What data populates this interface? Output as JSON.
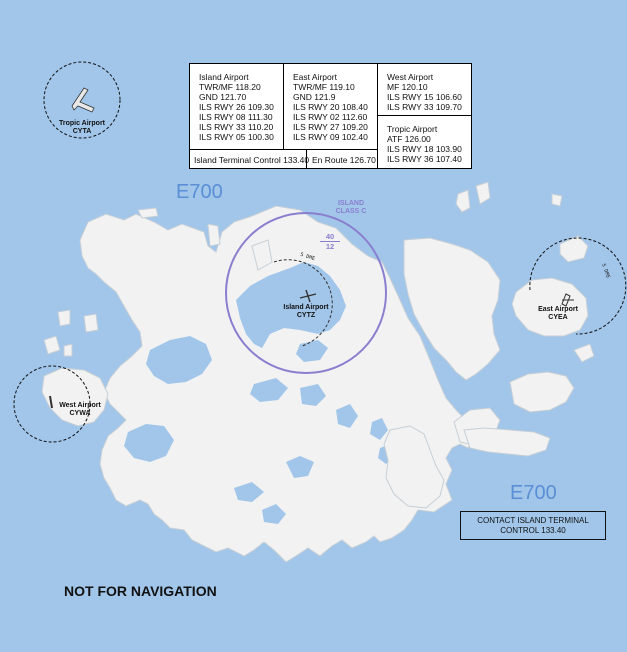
{
  "frequencies": {
    "island_airport": [
      "Island Airport",
      "TWR/MF 118.20",
      "GND 121.70",
      "ILS RWY 26 109.30",
      "ILS RWY 08 111.30",
      "ILS RWY 33 110.20",
      "ILS RWY 05 100.30"
    ],
    "east_airport": [
      "East Airport",
      "TWR/MF 119.10",
      "GND 121.9",
      "ILS RWY 20 108.40",
      "ILS RWY 02 112.60",
      "ILS RWY 27 109.20",
      "ILS RWY 09 102.40"
    ],
    "west_airport": [
      "West Airport",
      "MF 120.10",
      "ILS RWY 15 106.60",
      "ILS RWY 33 109.70"
    ],
    "tropic_airport": [
      "Tropic Airport",
      "ATF 126.00",
      "ILS RWY 18 103.90",
      "ILS RWY 36 107.40"
    ],
    "island_terminal_control": "Island Terminal Control 133.40",
    "en_route": "En Route 126.70"
  },
  "airports": {
    "tropic": {
      "name": "Tropic Airport",
      "code": "CYTA"
    },
    "island": {
      "name": "Island Airport",
      "code": "CYTZ"
    },
    "east": {
      "name": "East Airport",
      "code": "CYEA"
    },
    "west": {
      "name": "West Airport",
      "code": "CYWA"
    }
  },
  "airspace": {
    "name_line1": "ISLAND",
    "name_line2": "CLASS C",
    "ceiling": "40",
    "floor": "12",
    "e700_label": "E700"
  },
  "dme_arcs": {
    "island": "5 DME",
    "east": "5 DME"
  },
  "contact_box": [
    "CONTACT ISLAND TERMINAL",
    "CONTROL 133.40"
  ],
  "disclaimer": "NOT FOR NAVIGATION",
  "colors": {
    "water": "#a1c6ea",
    "land": "#f2f2f2",
    "class_c": "#8a7fcf",
    "e700_text": "#5a8fd6"
  }
}
